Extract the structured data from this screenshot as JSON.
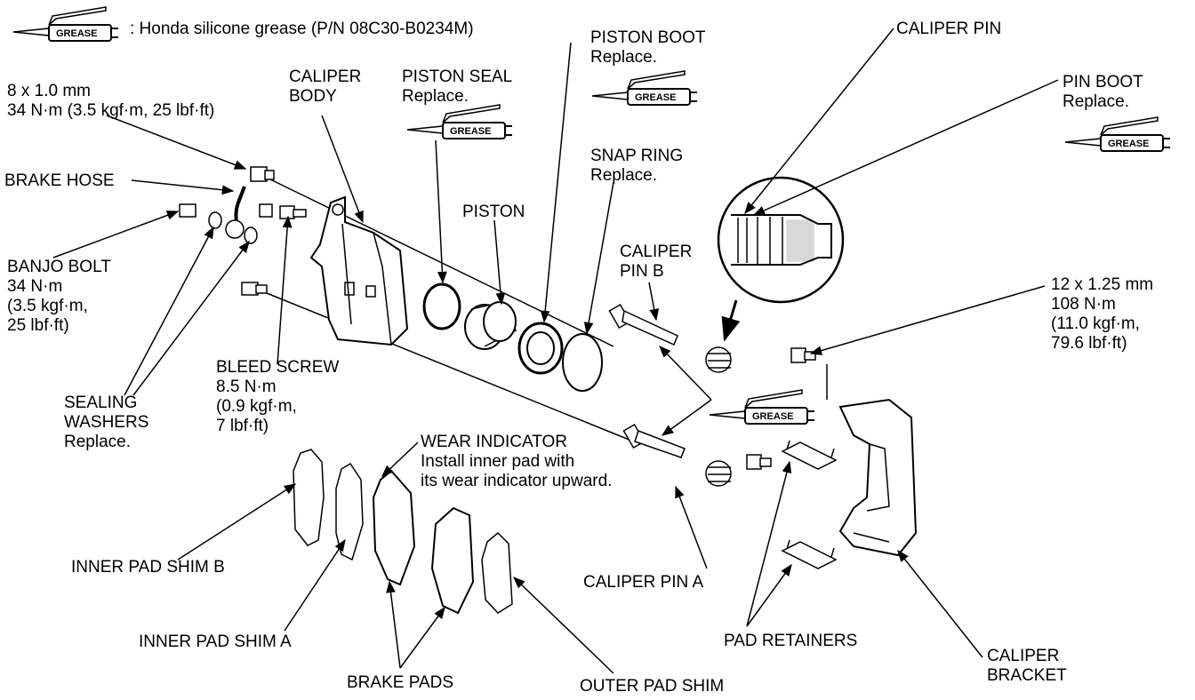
{
  "legend": {
    "symbol_text": "GREASE",
    "text": ": Honda silicone grease (P/N 08C30-B0234M)"
  },
  "grease_symbol_text": "GREASE",
  "labels": {
    "caliper_body": [
      "CALIPER",
      "BODY"
    ],
    "piston_seal": [
      "PISTON SEAL",
      "Replace."
    ],
    "piston_boot": [
      "PISTON BOOT",
      "Replace."
    ],
    "caliper_pin": [
      "CALIPER PIN"
    ],
    "pin_boot": [
      "PIN BOOT",
      "Replace."
    ],
    "hose_bolt": [
      "8 x 1.0 mm",
      "34 N·m (3.5 kgf·m, 25 lbf·ft)"
    ],
    "brake_hose": [
      "BRAKE HOSE"
    ],
    "snap_ring": [
      "SNAP RING",
      "Replace."
    ],
    "piston": [
      "PISTON"
    ],
    "caliper_pin_b": [
      "CALIPER",
      "PIN B"
    ],
    "banjo_bolt": [
      "BANJO BOLT",
      "34 N·m",
      "(3.5 kgf·m,",
      "25 lbf·ft)"
    ],
    "bracket_bolt": [
      "12 x 1.25 mm",
      "108 N·m",
      "(11.0 kgf·m,",
      "79.6 lbf·ft)"
    ],
    "bleed_screw": [
      "BLEED SCREW",
      "8.5 N·m",
      "(0.9 kgf·m,",
      "7 lbf·ft)"
    ],
    "sealing_washers": [
      "SEALING",
      "WASHERS",
      "Replace."
    ],
    "wear_indicator": [
      "WEAR INDICATOR",
      "Install inner pad with",
      "its wear indicator upward."
    ],
    "inner_pad_shim_b": [
      "INNER PAD SHIM B"
    ],
    "caliper_pin_a": [
      "CALIPER PIN A"
    ],
    "inner_pad_shim_a": [
      "INNER PAD SHIM A"
    ],
    "pad_retainers": [
      "PAD RETAINERS"
    ],
    "caliper_bracket": [
      "CALIPER",
      "BRACKET"
    ],
    "brake_pads": [
      "BRAKE PADS"
    ],
    "outer_pad_shim": [
      "OUTER PAD SHIM"
    ]
  }
}
